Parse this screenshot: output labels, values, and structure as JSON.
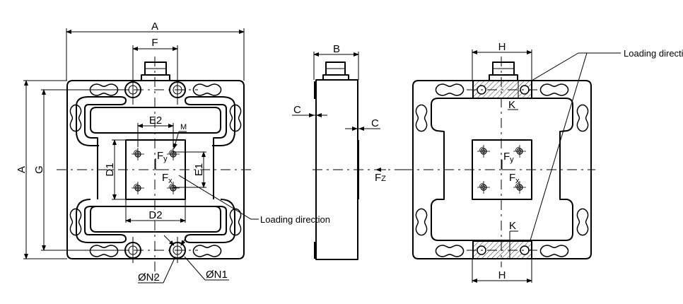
{
  "title": "Load cell dimension drawing",
  "views": {
    "front": {
      "dimensions": {
        "width_top": "A",
        "height_left": "A",
        "hole_pitch_horizontal": "F",
        "hole_pitch_vertical": "G",
        "platform_thread_pitch_x": "E2",
        "platform_thread_pitch_y": "E1",
        "platform_height": "D1",
        "platform_width": "D2",
        "thread": "M",
        "hole_inner_diameter": "ØN2",
        "hole_outer_diameter": "ØN1"
      },
      "forces": {
        "fy": "F",
        "fy_sub": "y",
        "fx": "F",
        "fx_sub": "x"
      },
      "note": "Loading direction"
    },
    "side": {
      "dimensions": {
        "thickness": "B",
        "offset_left": "C",
        "offset_right": "C"
      },
      "forces": {
        "fz": "F",
        "fz_sub": "Z"
      }
    },
    "rear": {
      "dimensions": {
        "clamp_width_top": "H",
        "clamp_width_bottom": "H",
        "clamp_depth_top": "K",
        "clamp_depth_bottom": "K"
      },
      "forces": {
        "fy": "F",
        "fy_sub": "y",
        "fx": "F",
        "fx_sub": "x"
      },
      "note": "Loading direction"
    }
  }
}
